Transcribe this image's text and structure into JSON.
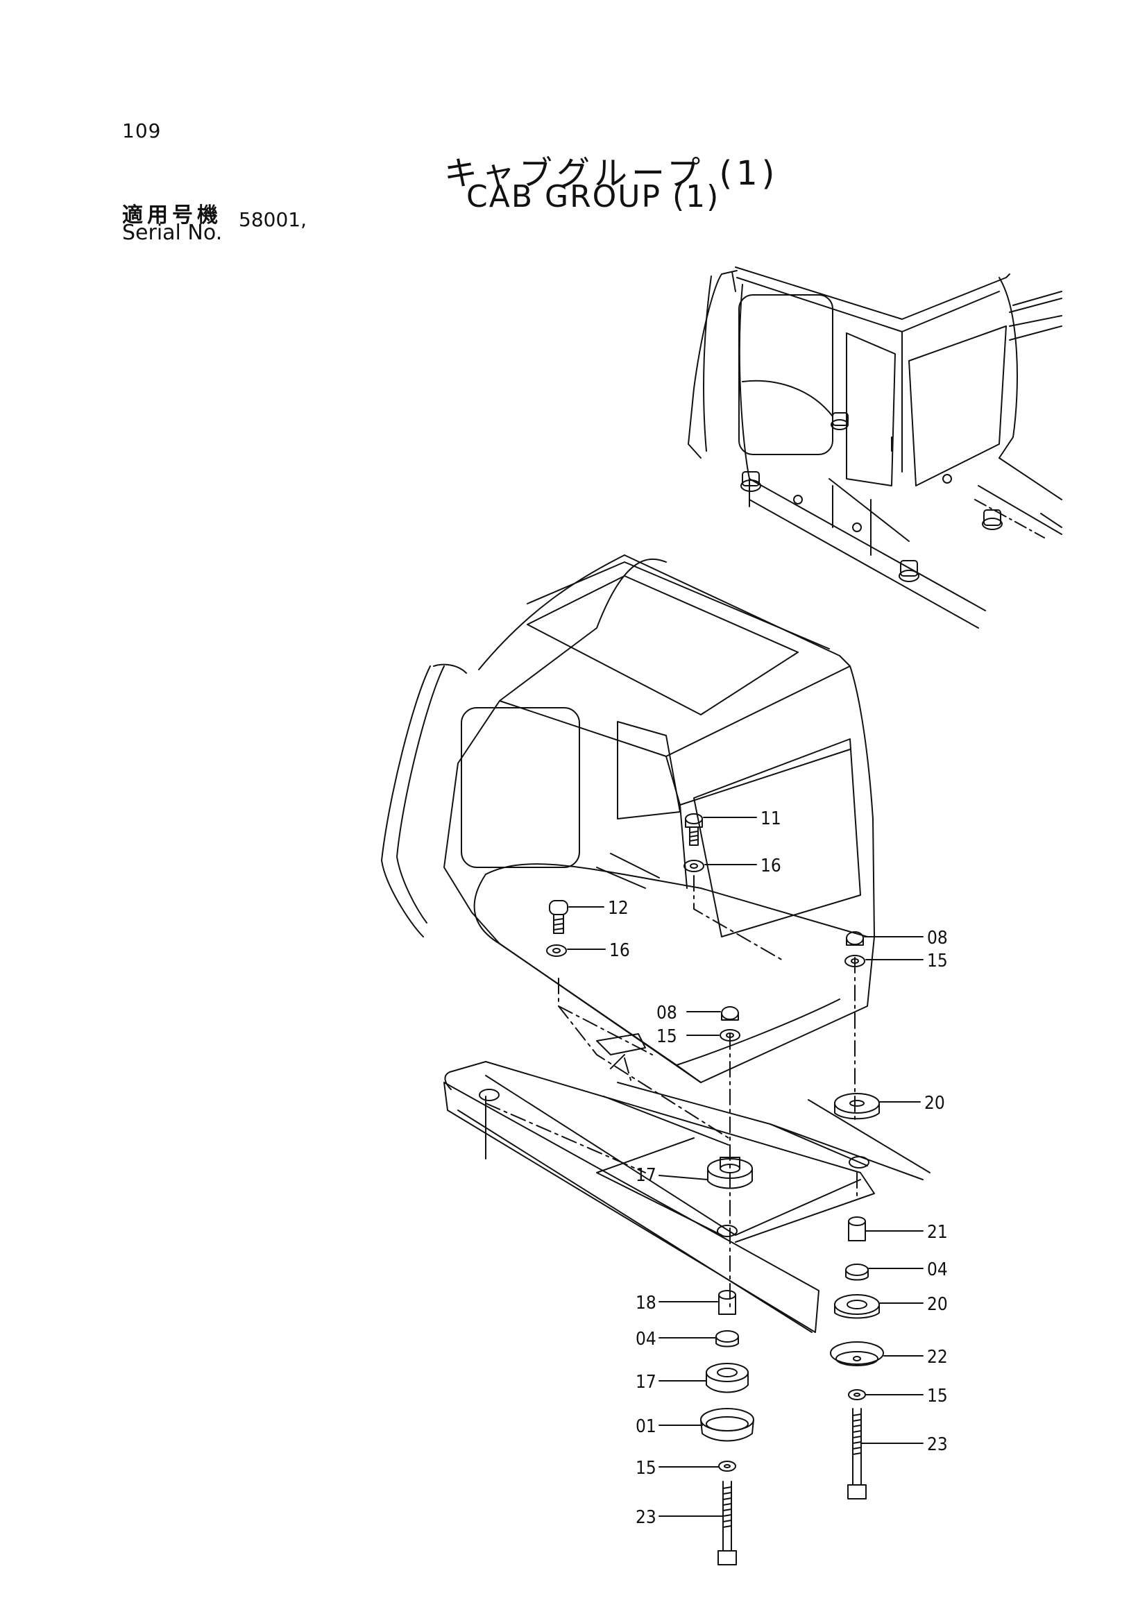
{
  "page_number": "109",
  "title_jp": "キャブグループ (1)",
  "title_en": "CAB GROUP (1)",
  "serial_label_jp": "適用号機",
  "serial_label_en": "Serial No.",
  "serial_value": "58001,",
  "callouts": [
    {
      "id": "c11",
      "text": "11"
    },
    {
      "id": "c16a",
      "text": "16"
    },
    {
      "id": "c12",
      "text": "12"
    },
    {
      "id": "c16b",
      "text": "16"
    },
    {
      "id": "c08a",
      "text": "08"
    },
    {
      "id": "c15a",
      "text": "15"
    },
    {
      "id": "c08b",
      "text": "08"
    },
    {
      "id": "c15b",
      "text": "15"
    },
    {
      "id": "c20a",
      "text": "20"
    },
    {
      "id": "c17a",
      "text": "17"
    },
    {
      "id": "c21",
      "text": "21"
    },
    {
      "id": "c04a",
      "text": "04"
    },
    {
      "id": "c20b",
      "text": "20"
    },
    {
      "id": "c18",
      "text": "18"
    },
    {
      "id": "c04b",
      "text": "04"
    },
    {
      "id": "c22",
      "text": "22"
    },
    {
      "id": "c17b",
      "text": "17"
    },
    {
      "id": "c15c",
      "text": "15"
    },
    {
      "id": "c01",
      "text": "01"
    },
    {
      "id": "c23a",
      "text": "23"
    },
    {
      "id": "c15d",
      "text": "15"
    },
    {
      "id": "c23b",
      "text": "23"
    }
  ]
}
